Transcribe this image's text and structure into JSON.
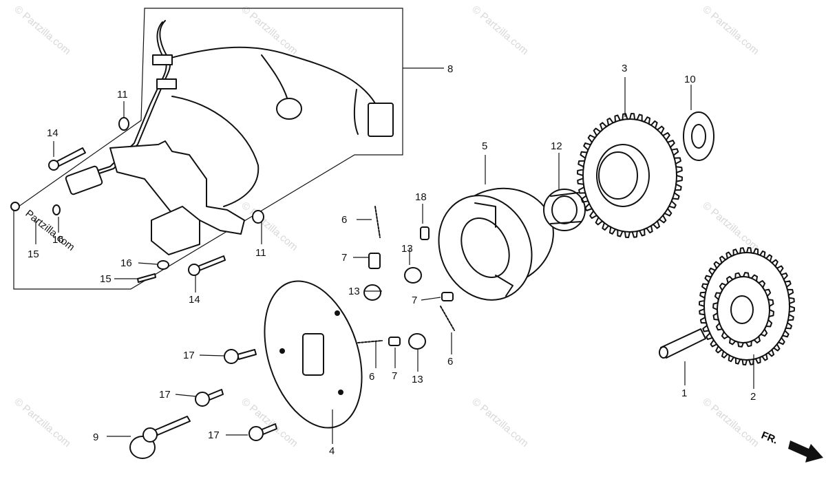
{
  "diagram": {
    "callouts": [
      {
        "id": "c1",
        "text": "1"
      },
      {
        "id": "c2",
        "text": "2"
      },
      {
        "id": "c3",
        "text": "3"
      },
      {
        "id": "c4",
        "text": "4"
      },
      {
        "id": "c5",
        "text": "5"
      },
      {
        "id": "c6a",
        "text": "6"
      },
      {
        "id": "c6b",
        "text": "6"
      },
      {
        "id": "c6c",
        "text": "6"
      },
      {
        "id": "c7a",
        "text": "7"
      },
      {
        "id": "c7b",
        "text": "7"
      },
      {
        "id": "c7c",
        "text": "7"
      },
      {
        "id": "c8",
        "text": "8"
      },
      {
        "id": "c9",
        "text": "9"
      },
      {
        "id": "c10",
        "text": "10"
      },
      {
        "id": "c11a",
        "text": "11"
      },
      {
        "id": "c11b",
        "text": "11"
      },
      {
        "id": "c12",
        "text": "12"
      },
      {
        "id": "c13a",
        "text": "13"
      },
      {
        "id": "c13b",
        "text": "13"
      },
      {
        "id": "c13c",
        "text": "13"
      },
      {
        "id": "c14a",
        "text": "14"
      },
      {
        "id": "c14b",
        "text": "14"
      },
      {
        "id": "c15a",
        "text": "15"
      },
      {
        "id": "c15b",
        "text": "15"
      },
      {
        "id": "c16a",
        "text": "16"
      },
      {
        "id": "c16b",
        "text": "16"
      },
      {
        "id": "c17a",
        "text": "17"
      },
      {
        "id": "c17b",
        "text": "17"
      },
      {
        "id": "c17c",
        "text": "17"
      },
      {
        "id": "c18",
        "text": "18"
      }
    ],
    "direction_label": "FR.",
    "watermark": "© Partzilla.com",
    "site_label": "Partzilla.com"
  }
}
